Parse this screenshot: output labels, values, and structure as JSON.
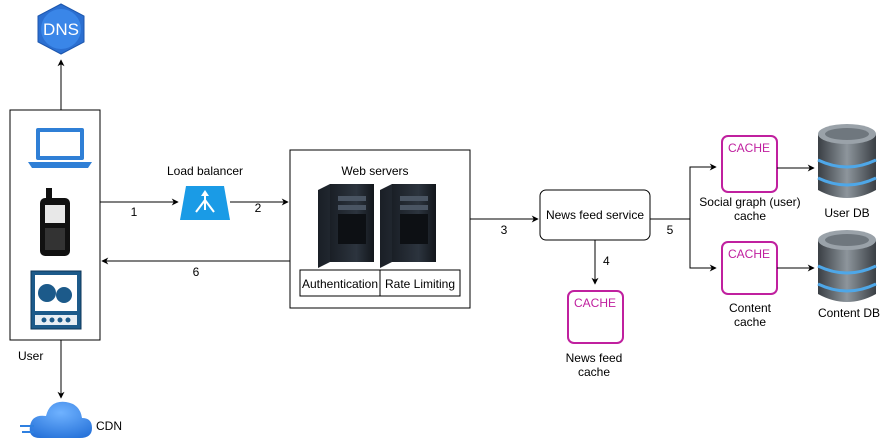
{
  "dns": {
    "label": "DNS"
  },
  "user": {
    "label": "User"
  },
  "cdn": {
    "label": "CDN"
  },
  "load_balancer": {
    "label": "Load balancer"
  },
  "web_servers": {
    "label": "Web servers",
    "modules": [
      "Authentication",
      "Rate Limiting"
    ]
  },
  "news_feed_service": {
    "label": "News feed service"
  },
  "caches": {
    "icon_label": "CACHE",
    "news_feed": [
      "News feed",
      "cache"
    ],
    "social_graph": [
      "Social graph (user)",
      "cache"
    ],
    "content": [
      "Content",
      "cache"
    ]
  },
  "databases": {
    "user_db": "User DB",
    "content_db": "Content DB"
  },
  "steps": [
    "1",
    "2",
    "3",
    "4",
    "5",
    "6"
  ],
  "colors": {
    "cache": "#c0209f",
    "dns": "#2b6fd1",
    "cdn": "#2f80e0",
    "lb": "#1a9be6",
    "laptop": "#2f7fd6"
  }
}
